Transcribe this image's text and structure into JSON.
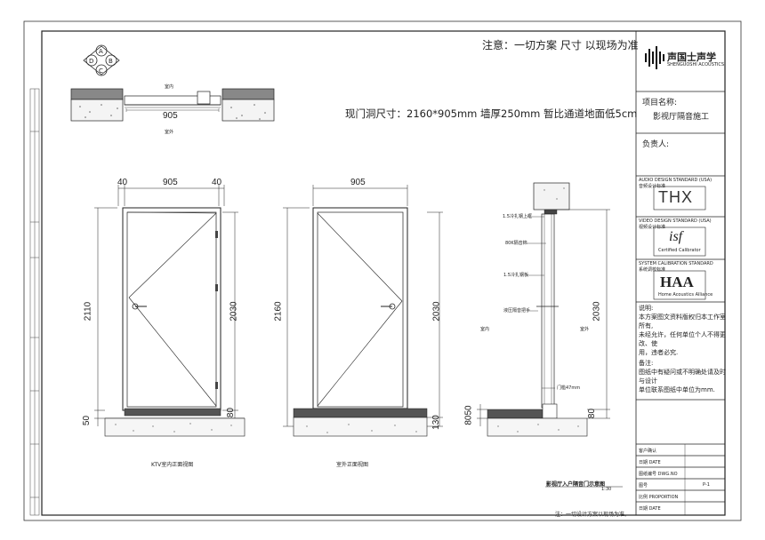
{
  "notice": "注意：一切方案 尺寸 以现场为准",
  "brand": {
    "name": "声国士声学",
    "sub": "SHENGUOSHI ACOUSTICS"
  },
  "opening": "现门洞尺寸：2160*905mm 墙厚250mm 暂比通道地面低5cm",
  "plan": {
    "inside": "室内",
    "outside": "室外",
    "width": "905"
  },
  "front_view": {
    "dim_left": "40",
    "dim_width": "905",
    "dim_right": "40",
    "height_total": "2110",
    "height_door": "2030",
    "bottom_a": "50",
    "bottom_b": "80",
    "caption": "KTV室内正面视图"
  },
  "back_view": {
    "dim_width": "905",
    "height_total": "2160",
    "height_door": "2030",
    "bottom": "130",
    "caption": "室外正面视图"
  },
  "section": {
    "labels": [
      "1.5冷扎钢上框",
      "80K隔音棉",
      "1.5冷扎钢板",
      "液压隔音把手"
    ],
    "gap": "门槛47mm",
    "inside": "室内",
    "outside": "室外",
    "height": "2030",
    "bottom_left": "8050",
    "bottom_right": "80",
    "caption": "影视厅入户隔音门示意图",
    "scale": "1:30"
  },
  "title_block": {
    "project_label": "项目名称:",
    "project_name": "影视厅隔音施工",
    "owner_label": "负责人:",
    "std1": "AUDIO DESIGN STANDARD (USA)",
    "std1_cn": "音频设计标准",
    "std1_logo": "THX",
    "std2": "VIDEO DESIGN STANDARD (USA)",
    "std2_cn": "视频设计标准",
    "std2_logo": "isf",
    "std2_logo_sub": "Certified  Calibrator",
    "std3": "SYSTEM CALIBRATION STANDARD",
    "std3_cn": "系统调校标准",
    "std3_logo": "HAA",
    "std3_logo_sub": "Home Acoustics Alliance",
    "notes_title": "说明:",
    "notes": [
      "本方案图文资料版权归本工作室",
      "所有,",
      "未经允许，任何单位个人不得更",
      "改、使",
      "用，违者必究.",
      "备注:",
      "图纸中有疑问或不明确处请及时",
      "与设计",
      "单位联系图纸中单位为mm."
    ],
    "rows": [
      {
        "label": "客户确认",
        "value": ""
      },
      {
        "label": "日期 DATE",
        "value": ""
      },
      {
        "label": "图纸编号 DWG.NO",
        "value": ""
      },
      {
        "label": "图号",
        "value": "P-1"
      },
      {
        "label": "比例 PROPORTION",
        "value": ""
      },
      {
        "label": "日期 DATE",
        "value": ""
      }
    ]
  },
  "footer": "注：一切设计方案以现场为准。"
}
